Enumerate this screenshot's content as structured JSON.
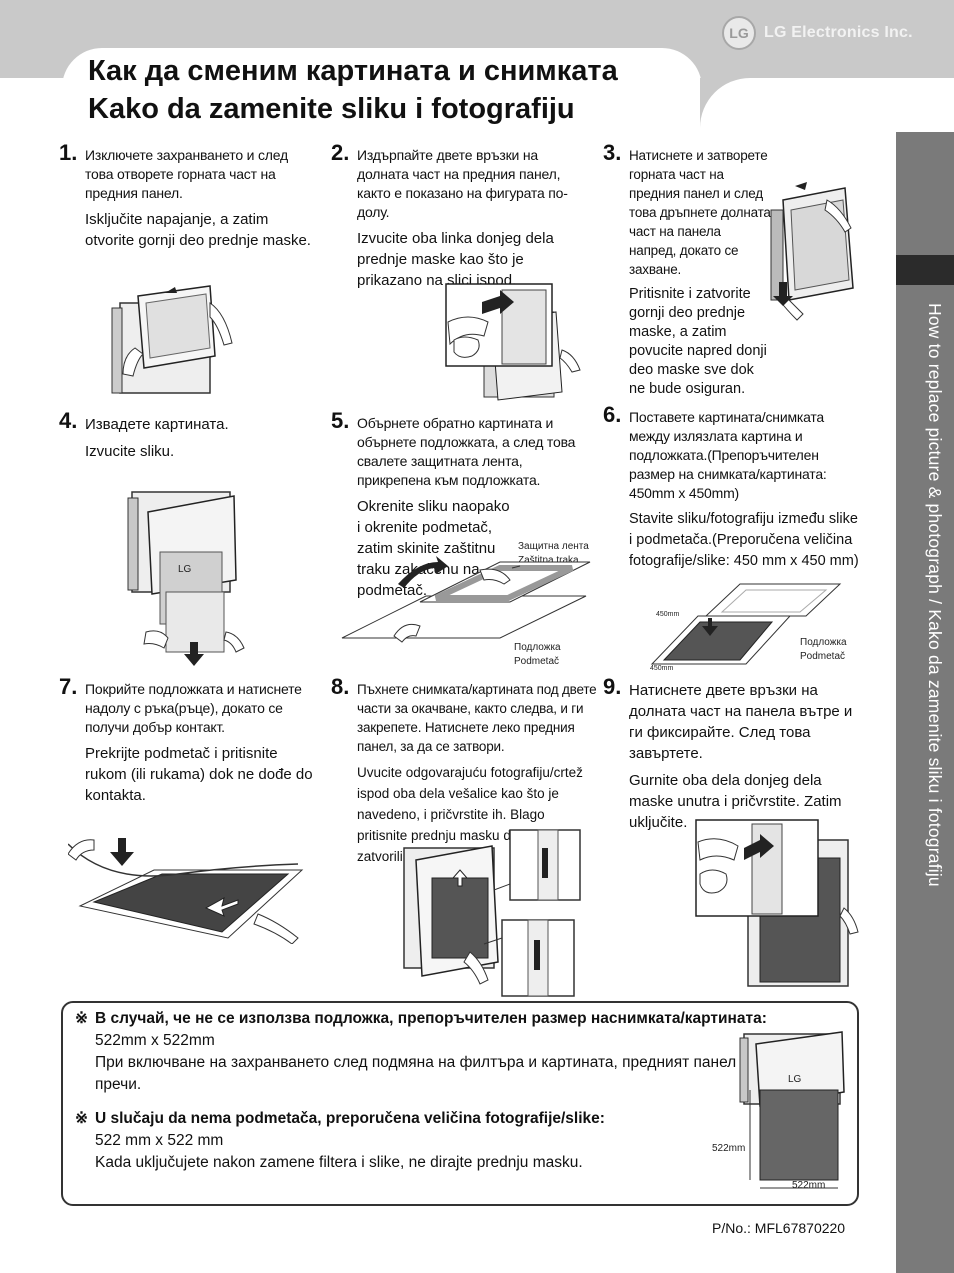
{
  "brand": {
    "logo_mark": "LG",
    "name": "LG Electronics Inc."
  },
  "title": {
    "line1": "Как да сменим картината и снимката",
    "line2": "Kako da zamenite sliku i fotografiju"
  },
  "side_title": "How to replace picture & photograph / Kako da zamenite sliku i fotografiju",
  "steps": [
    {
      "num": "1.",
      "bg": "Изключете захранването и след това отворете горната част на предния панел.",
      "sr": "Isključite napajanje, a zatim otvorite gornji deo prednje maske."
    },
    {
      "num": "2.",
      "bg": "Издърпайте двете връзки на долната част на предния панел, както е показано на фигурата по-долу.",
      "sr": "Izvucite oba linka donjeg dela prednje maske kao što je prikazano na slici ispod."
    },
    {
      "num": "3.",
      "bg": "Натиснете и затворете горната част на предния панел и след това дръпнете долната част на панела напред, докато се захване.",
      "sr": "Pritisnite i zatvorite gornji deo prednje maske, a zatim povucite napred donji deo maske sve dok ne bude osiguran."
    },
    {
      "num": "4.",
      "bg": "Извадете картината.",
      "sr": "Izvucite sliku."
    },
    {
      "num": "5.",
      "bg": "Обърнете обратно картината и обърнете подложката, а след това свалете защитната лента, прикрепена към подложката.",
      "sr": "Okrenite sliku naopako i okrenite podmetač, zatim skinite zaštitnu traku zakačenu na podmetač."
    },
    {
      "num": "6.",
      "bg": "Поставете картината/снимката между излязлата картина и подложката.(Препоръчителен размер на снимката/картината: 450mm x 450mm)",
      "sr": "Stavite sliku/fotografiju između slike i podmetača.(Preporučena veličina fotografije/slike: 450 mm x 450 mm)"
    },
    {
      "num": "7.",
      "bg": "Покрийте подложката и натиснете надолу с ръка(ръце), докато се получи добър контакт.",
      "sr": "Prekrijte podmetač i pritisnite rukom (ili rukama) dok ne dođe do kontakta."
    },
    {
      "num": "8.",
      "bg": "Пъхнете снимката/картината под двете части за окачване, както следва, и ги закрепете. Натиснете леко предния панел, за да се затвори.",
      "sr": "Uvucite odgovarajuću fotografiju/crtež ispod oba dela vešalice kao što je navedeno, i pričvrstite ih. Blago pritisnite prednju masku da biste zatvorili."
    },
    {
      "num": "9.",
      "bg": "Натиснете двете връзки на долната част на панела вътре и ги фиксирайте. След това завъртете.",
      "sr": "Gurnite oba dela donjeg dela maske unutra i pričvrstite. Zatim uključite."
    }
  ],
  "labels": {
    "tape_bg": "Защитна лента",
    "tape_sr": "Zaštitna traka",
    "pad_bg": "Подложка",
    "pad_sr": "Podmetač",
    "dim_450": "450mm",
    "dim_522": "522mm",
    "lg_small": "LG"
  },
  "notes": [
    {
      "mark": "※",
      "heading": "В случай, че не се използва подложка, препоръчителен размер наснимката/картината:",
      "size": "522mm x 522mm",
      "text": "При включване на захранването след подмяна на филтъра и картината, предният панел не пречи."
    },
    {
      "mark": "※",
      "heading": "U slučaju da nema podmetača, preporučena veličina fotografije/slike:",
      "size": "522 mm x 522 mm",
      "text": "Kada uključujete nakon zamene filtera i slike, ne dirajte prednju masku."
    }
  ],
  "part_no": "P/No.: MFL67870220",
  "colors": {
    "band": "#c9c9c9",
    "sidebar": "#7a7a7a",
    "sidebar_accent": "#2b2b2b"
  }
}
